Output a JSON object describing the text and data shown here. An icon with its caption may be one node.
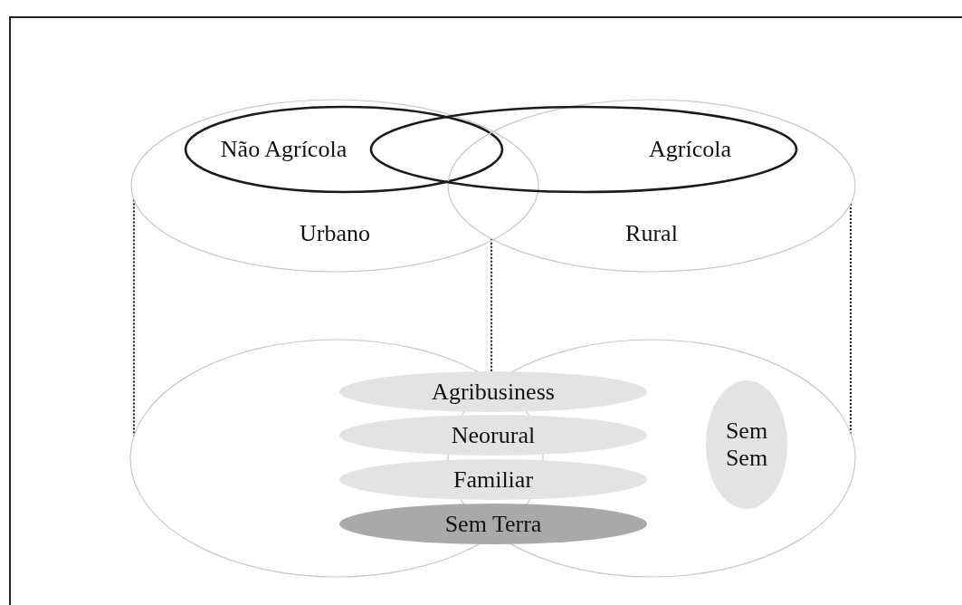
{
  "diagram": {
    "nodes": [
      {
        "text": [
          "Urbano"
        ]
      },
      {
        "text": [
          "Rural"
        ]
      },
      {
        "text": [
          "Não Agrícola"
        ],
        "in": 0
      },
      {
        "text": [
          "Agrícola"
        ]
      },
      {
        "text": [],
        "shape": "ellipse"
      },
      {
        "text": [],
        "shape": "ellipse"
      },
      {
        "text": [
          "Agribusiness"
        ]
      },
      {
        "text": [
          "Neorural"
        ]
      },
      {
        "text": [
          "Familiar"
        ]
      },
      {
        "text": [
          "Sem Terra"
        ]
      },
      {
        "text": [
          "Sem Sem"
        ],
        "in": 5
      }
    ],
    "edges": [
      {
        "from": 0,
        "to": 4,
        "arrow": "none",
        "style": "dashed"
      },
      {
        "from": 1,
        "to": 4,
        "arrow": "none",
        "style": "dashed"
      },
      {
        "from": 1,
        "to": 5,
        "arrow": "none",
        "style": "dashed"
      }
    ]
  }
}
